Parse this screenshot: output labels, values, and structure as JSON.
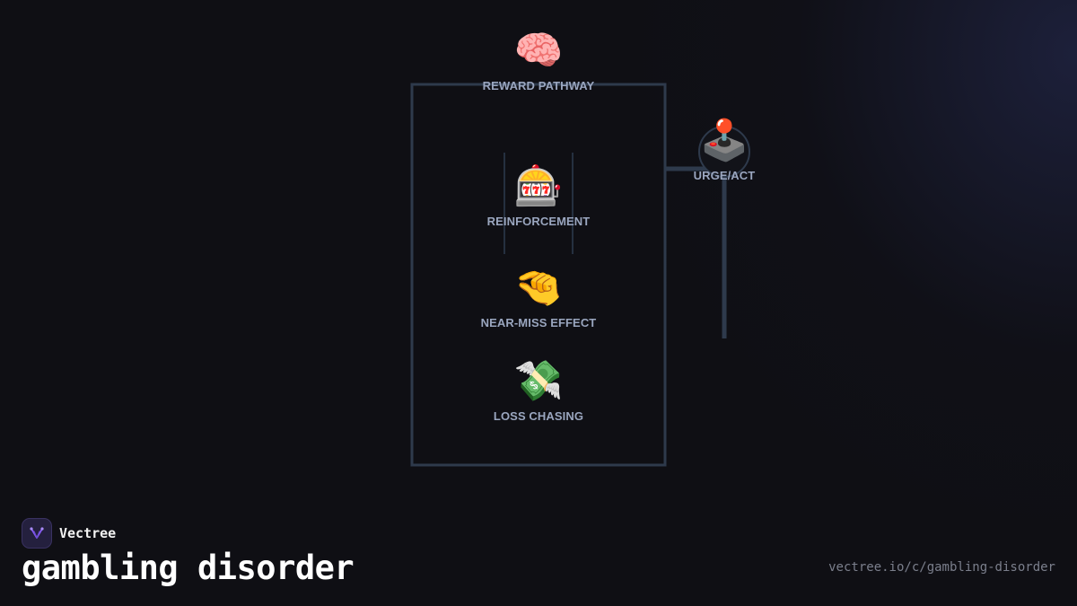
{
  "diagram": {
    "nodes": [
      {
        "id": "reward",
        "icon": "brain-icon",
        "emoji": "🧠",
        "label": "REWARD PATHWAY"
      },
      {
        "id": "reinforcement",
        "icon": "slot-machine-icon",
        "emoji": "🎰",
        "label": "REINFORCEMENT"
      },
      {
        "id": "near_miss",
        "icon": "pinching-hand-icon",
        "emoji": "🤏",
        "label": "NEAR-MISS EFFECT"
      },
      {
        "id": "loss_chasing",
        "icon": "money-with-wings-icon",
        "emoji": "💸",
        "label": "LOSS CHASING"
      },
      {
        "id": "urge",
        "icon": "joystick-icon",
        "emoji": "🕹️",
        "label": "URGE/ACT"
      }
    ]
  },
  "brand": {
    "name": "Vectree",
    "logo": "vectree-logo-icon"
  },
  "footer": {
    "title": "gambling disorder",
    "url": "vectree.io/c/gambling-disorder"
  },
  "colors": {
    "background": "#0f0f14",
    "connector": "#2e3a4c",
    "label": "#9aa6bf",
    "brand_accent": "#8a5cf6"
  }
}
